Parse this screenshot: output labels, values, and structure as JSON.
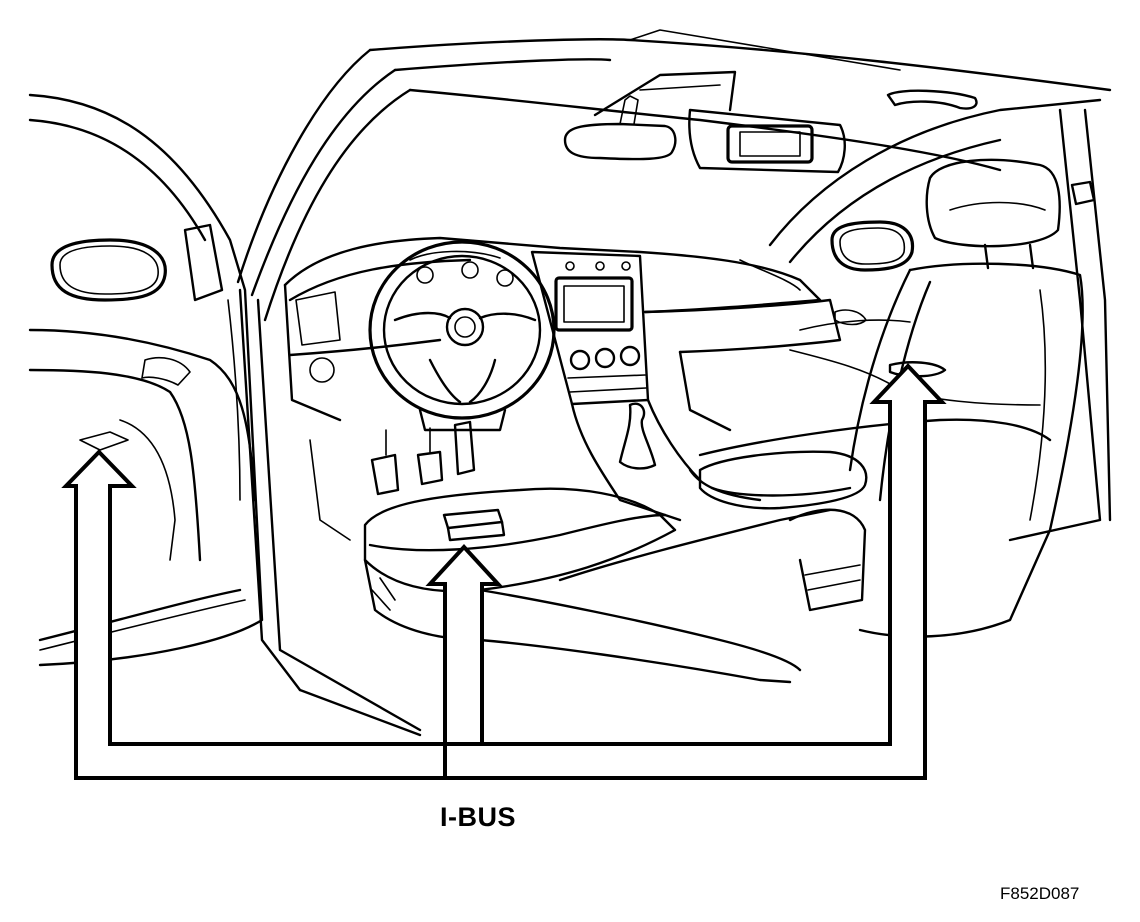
{
  "diagram": {
    "callout_label": "I-BUS",
    "figure_code": "F852D087",
    "callouts": [
      {
        "name": "driver-door-connector"
      },
      {
        "name": "driver-seat-connector"
      },
      {
        "name": "passenger-floor-connector"
      }
    ]
  }
}
